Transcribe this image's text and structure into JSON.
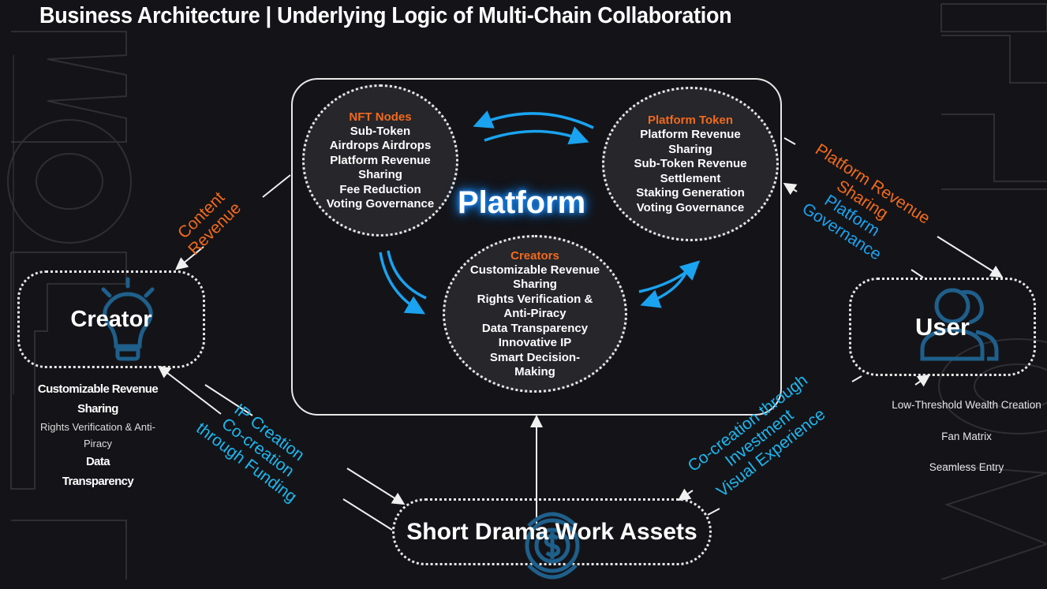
{
  "title": "Business Architecture | Underlying Logic of Multi-Chain Collaboration",
  "background_watermark": "FLOW",
  "colors": {
    "accent_orange": "#f26a1b",
    "accent_blue": "#1aa3f0",
    "icon_blue": "#1f5f8b",
    "background": "#141418"
  },
  "platform": {
    "label": "Platform",
    "nft_nodes": {
      "title": "NFT Nodes",
      "items": [
        "Sub-Token",
        "Airdrops Airdrops",
        "Platform Revenue",
        "Sharing",
        "Fee Reduction",
        "Voting Governance"
      ]
    },
    "platform_token": {
      "title": "Platform Token",
      "items": [
        "Platform Revenue",
        "Sharing",
        "Sub-Token Revenue",
        "Settlement",
        "Staking Generation",
        "Voting Governance"
      ]
    },
    "creators": {
      "title": "Creators",
      "items": [
        "Customizable Revenue",
        "Sharing",
        "Rights Verification &",
        "Anti-Piracy",
        "Data Transparency",
        "Innovative IP",
        "Smart Decision-",
        "Making"
      ]
    }
  },
  "nodes": {
    "creator": {
      "label": "Creator",
      "icon": "lightbulb-icon",
      "features": [
        {
          "text": "Customizable Revenue",
          "bold": true
        },
        {
          "text": "Sharing",
          "bold": true
        },
        {
          "text": "Rights Verification & Anti-",
          "bold": false
        },
        {
          "text": "Piracy",
          "bold": false
        },
        {
          "text": "Data",
          "bold": true
        },
        {
          "text": "Transparency",
          "bold": true
        }
      ]
    },
    "user": {
      "label": "User",
      "icon": "users-icon",
      "features": [
        "Low-Threshold Wealth Creation",
        "Fan Matrix",
        "Seamless Entry"
      ]
    },
    "assets": {
      "label": "Short Drama Work Assets",
      "icon": "dollar-cycle-icon"
    }
  },
  "flows": {
    "content_revenue": [
      "Content",
      "Revenue"
    ],
    "platform_revenue_sharing": [
      "Platform Revenue",
      "Sharing"
    ],
    "platform_governance": [
      "Platform",
      "Governance"
    ],
    "ip_creation": [
      "IP Creation",
      "Co-creation",
      "through Funding"
    ],
    "co_creation_investment": [
      "Co-creation through",
      "Investment",
      "Visual Experience"
    ]
  }
}
